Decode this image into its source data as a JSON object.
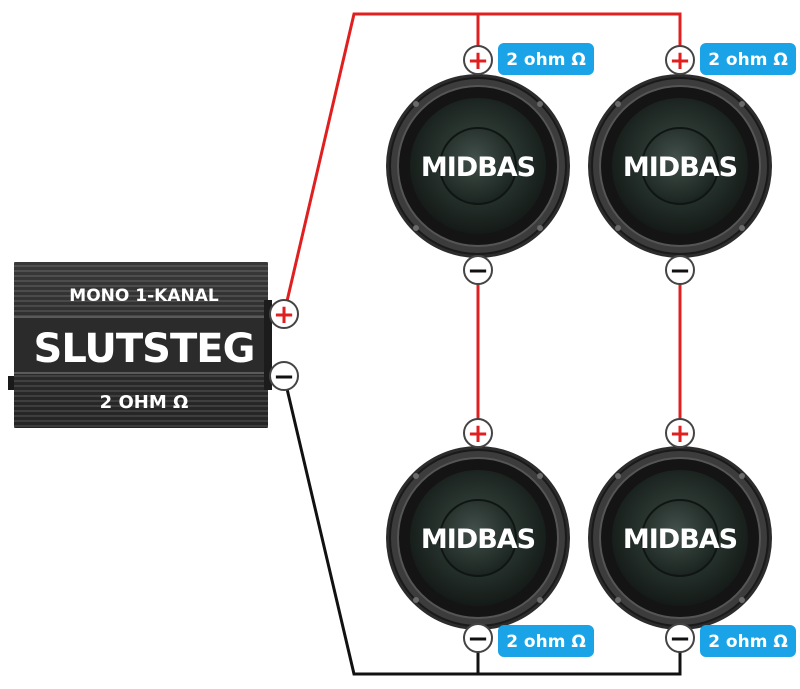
{
  "amplifier": {
    "channel_label": "MONO 1-KANAL",
    "title": "SLUTSTEG",
    "impedance_label": "2 OHM Ω",
    "plus_symbol": "+",
    "minus_symbol": "−"
  },
  "speakers": [
    {
      "label": "MIDBAS",
      "impedance": "2 ohm Ω",
      "plus_symbol": "+",
      "minus_symbol": "−"
    },
    {
      "label": "MIDBAS",
      "impedance": "2 ohm Ω",
      "plus_symbol": "+",
      "minus_symbol": "−"
    },
    {
      "label": "MIDBAS",
      "impedance": "2 ohm Ω",
      "plus_symbol": "+",
      "minus_symbol": "−"
    },
    {
      "label": "MIDBAS",
      "impedance": "2 ohm Ω",
      "plus_symbol": "+",
      "minus_symbol": "−"
    }
  ],
  "colors": {
    "positive_wire": "#e02020",
    "negative_wire": "#111111",
    "badge": "#1aa3e6",
    "amp_body": "#3a3a3a",
    "speaker_cone": "#1f2b26"
  }
}
